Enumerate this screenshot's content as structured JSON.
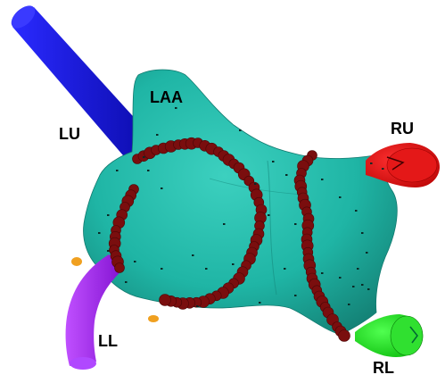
{
  "labels": {
    "laa": "LAA",
    "lu": "LU",
    "ru": "RU",
    "ll": "LL",
    "rl": "RL"
  },
  "colors": {
    "atrium": "#1fb5a5",
    "atrium_shade": "#158a7e",
    "lesion": "#7a0e0e",
    "lu_vein": "#1010e0",
    "ll_vein": "#a020f0",
    "ru_vein": "#e01010",
    "rl_vein": "#22e022",
    "catheter_tip": "#f0a020"
  }
}
